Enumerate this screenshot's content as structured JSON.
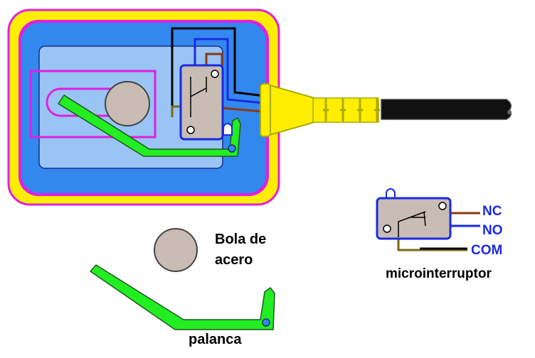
{
  "labels": {
    "ball": [
      "Bola de",
      "acero"
    ],
    "lever": "palanca",
    "switch": "microinterruptor",
    "nc": "NC",
    "no": "NO",
    "com": "COM"
  },
  "colors": {
    "housing_outer": "#ffee00",
    "housing_border": "#e020e0",
    "housing_inner": "#3388ee",
    "plate": "#99c4f4",
    "lever": "#22ee22",
    "ball": "#c8bcb4",
    "switch_body": "#c8bcb4",
    "switch_border": "#1a2ae0",
    "wire_nc": "#8b3a10",
    "wire_no": "#1a2ae0",
    "wire_com": "#000000",
    "wire_olive": "#7a6a10",
    "label_blue": "#1a2ae0",
    "cable": "#111111",
    "plug": "#ffee00"
  },
  "icons": [
    "steel-ball-icon",
    "lever-icon",
    "microswitch-icon",
    "power-cable-icon"
  ]
}
